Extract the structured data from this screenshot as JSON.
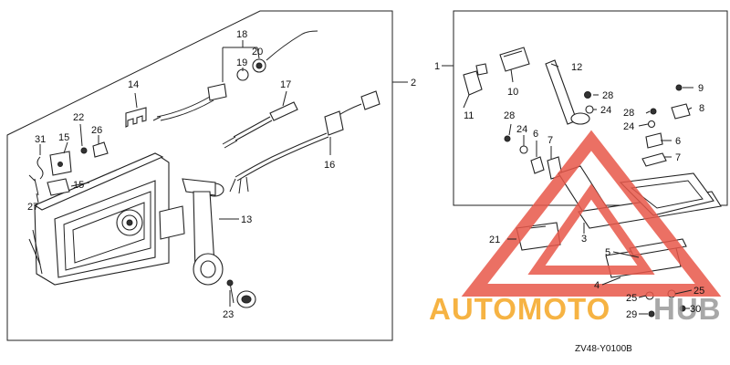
{
  "diagram_code": "ZV48-Y0100B",
  "watermark": {
    "word_a": "AUTOMOTO",
    "word_b": "HUB",
    "color_a": "#f5a623",
    "color_b": "#999999",
    "triangle_color": "#e8584a"
  },
  "callouts": {
    "c1": "1",
    "c2": "2",
    "c3": "3",
    "c4": "4",
    "c5": "5",
    "c6a": "6",
    "c6b": "6",
    "c7a": "7",
    "c7b": "7",
    "c8": "8",
    "c9": "9",
    "c10": "10",
    "c11": "11",
    "c12": "12",
    "c13": "13",
    "c14": "14",
    "c15a": "15",
    "c15b": "15",
    "c16": "16",
    "c17": "17",
    "c18": "18",
    "c19": "19",
    "c20": "20",
    "c21": "21",
    "c22": "22",
    "c23": "23",
    "c24a": "24",
    "c24b": "24",
    "c24c": "24",
    "c25a": "25",
    "c25b": "25",
    "c26": "26",
    "c27": "27",
    "c28a": "28",
    "c28b": "28",
    "c28c": "28",
    "c29": "29",
    "c30": "30",
    "c31": "31"
  }
}
